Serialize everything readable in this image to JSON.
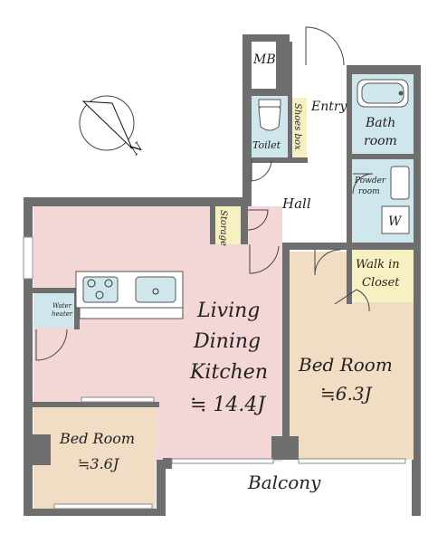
{
  "rooms": {
    "mb": "MB",
    "entry": "Entry",
    "toilet": "Toilet",
    "shoes_box": "Shoes box",
    "bath_line1": "Bath",
    "bath_line2": "room",
    "powder_line1": "Powder",
    "powder_line2": "room",
    "washer": "W",
    "hall": "Hall",
    "storage": "Storage",
    "walk_in_line1": "Walk in",
    "walk_in_line2": "Closet",
    "water_heater_line1": "Water",
    "water_heater_line2": "heater",
    "ldk_line1": "Living",
    "ldk_line2": "Dining",
    "ldk_line3": "Kitchen",
    "ldk_area": "≒ 14.4J",
    "bed_main_name": "Bed Room",
    "bed_main_area": "≒6.3J",
    "bed_small_name": "Bed Room",
    "bed_small_area": "≒3.6J",
    "balcony": "Balcony"
  },
  "compass": {
    "direction": "N"
  },
  "colors": {
    "wall": "#6e6e6e",
    "ldk_floor": "#f3d6d6",
    "bedroom_floor": "#f1dcc4",
    "wet_area": "#cfe6ec",
    "storage": "#f7f0c2",
    "hall_floor": "#ffffff"
  }
}
